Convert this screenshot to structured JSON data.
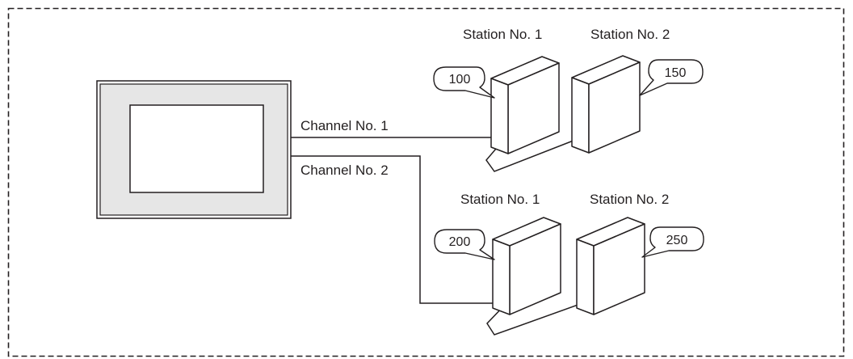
{
  "channels": [
    {
      "label": "Channel No. 1",
      "stations": [
        {
          "label": "Station No. 1",
          "value": "100"
        },
        {
          "label": "Station No. 2",
          "value": "150"
        }
      ]
    },
    {
      "label": "Channel No. 2",
      "stations": [
        {
          "label": "Station No. 1",
          "value": "200"
        },
        {
          "label": "Station No. 2",
          "value": "250"
        }
      ]
    }
  ],
  "colors": {
    "line": "#231f20",
    "panel_bezel": "#e6e6e6",
    "background": "#ffffff"
  }
}
